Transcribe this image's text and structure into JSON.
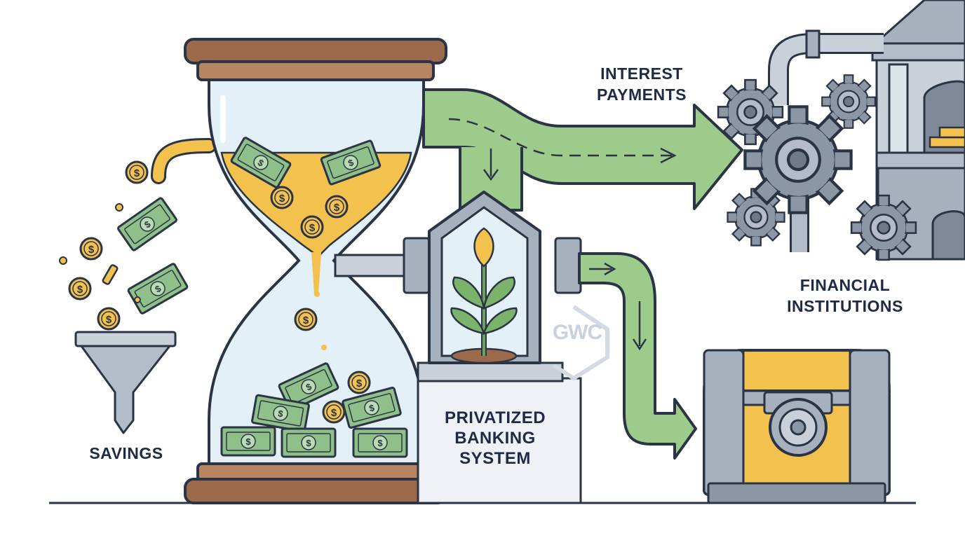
{
  "labels": {
    "savings": "SAVINGS",
    "interest_line1": "INTEREST",
    "interest_line2": "PAYMENTS",
    "banking_line1": "PRIVATIZED",
    "banking_line2": "BANKING",
    "banking_line3": "SYSTEM",
    "financial_line1": "FINANCIAL",
    "financial_line2": "INSTITUTIONS"
  },
  "watermark": "GWC",
  "icons": [
    "funnel-icon",
    "coin-icon",
    "dollar-bill-icon",
    "hourglass-icon",
    "sprout-icon",
    "gear-icon",
    "bank-building-icon",
    "treasure-chest-icon",
    "arrow-icon"
  ],
  "colors": {
    "outline": "#2b3445",
    "wood": "#9b6a4b",
    "gold": "#f2c14e",
    "money_green": "#8fc08a",
    "arrow_green": "#9ccb8b",
    "steel": "#a7b0bd",
    "glass": "#e3f0f8"
  }
}
